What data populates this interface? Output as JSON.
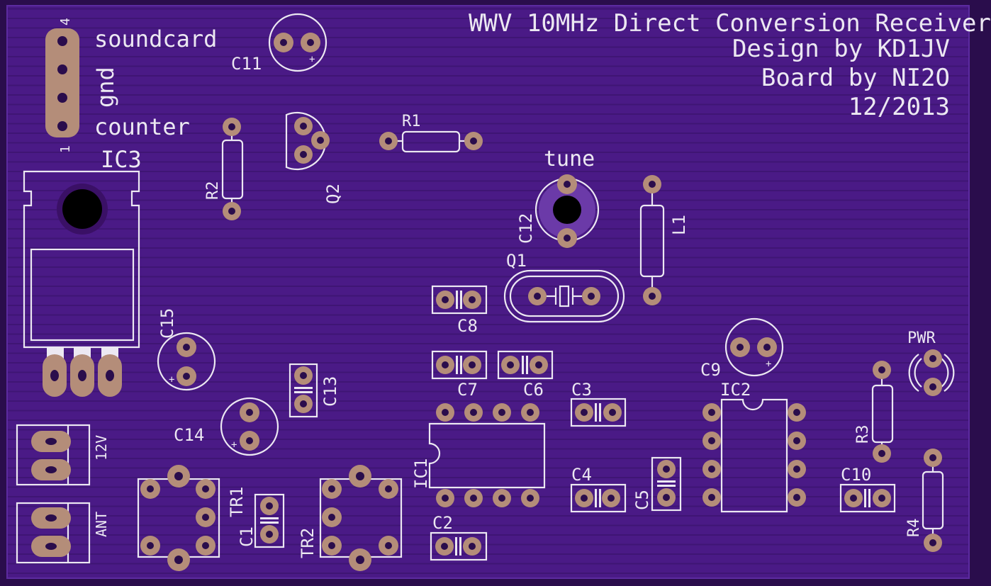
{
  "title": {
    "line1": "WWV 10MHz Direct Conversion Receiver",
    "line2": "Design by KD1JV",
    "line3": "Board by NI2O",
    "line4": "12/2013"
  },
  "header_labels": {
    "soundcard": "soundcard",
    "gnd": "gnd",
    "counter": "counter",
    "pin4": "4",
    "pin1": "1",
    "tune": "tune",
    "pwr": "PWR",
    "v12": "12V",
    "ant": "ANT"
  },
  "refs": {
    "ic1": "IC1",
    "ic2": "IC2",
    "ic3": "IC3",
    "q1": "Q1",
    "q2": "Q2",
    "r1": "R1",
    "r2": "R2",
    "r3": "R3",
    "r4": "R4",
    "l1": "L1",
    "tr1": "TR1",
    "tr2": "TR2",
    "c1": "C1",
    "c2": "C2",
    "c3": "C3",
    "c4": "C4",
    "c5": "C5",
    "c6": "C6",
    "c7": "C7",
    "c8": "C8",
    "c9": "C9",
    "c10": "C10",
    "c11": "C11",
    "c12": "C12",
    "c13": "C13",
    "c14": "C14",
    "c15": "C15"
  },
  "plus_sign": "+",
  "colors": {
    "board": "#4a1a86",
    "board_edge": "#2a0d4c",
    "silkscreen": "#ece8f2",
    "pad_copper": "#b48d79"
  }
}
